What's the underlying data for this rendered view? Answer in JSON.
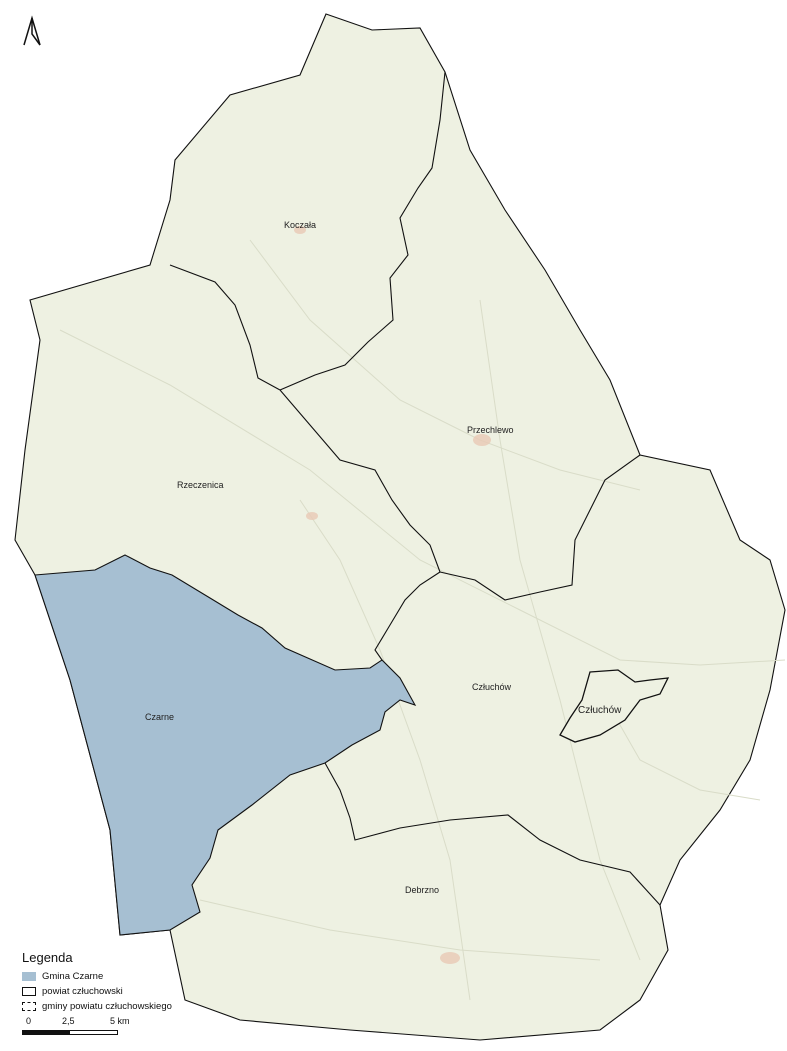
{
  "map": {
    "north_arrow": "north-arrow-icon",
    "colors": {
      "land": "#eef1e2",
      "highlight": "#a6bfd2",
      "border": "#111111",
      "settlement": "#e8c9b5"
    },
    "labels": {
      "koczala": "Koczała",
      "przechlewo": "Przechlewo",
      "rzeczenica": "Rzeczenica",
      "czarne": "Czarne",
      "czluchow_gmina": "Człuchów",
      "czluchow_town": "Człuchów",
      "debrzno": "Debrzno"
    }
  },
  "legend": {
    "title": "Legenda",
    "items": [
      {
        "label": "Gmina Czarne",
        "swatch": "fill"
      },
      {
        "label": "powiat człuchowski",
        "swatch": "solid"
      },
      {
        "label": "gminy powiatu człuchowskiego",
        "swatch": "dashed"
      }
    ]
  },
  "scale": {
    "labels": [
      "0",
      "2,5",
      "5 km"
    ]
  }
}
